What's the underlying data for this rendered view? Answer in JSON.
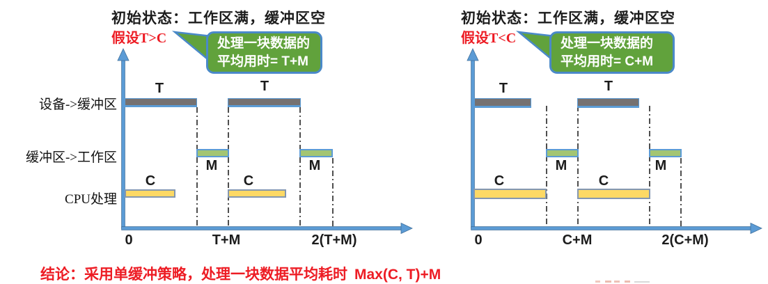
{
  "row_labels": {
    "device_to_buffer": "设备->缓冲区",
    "buffer_to_workspace": "缓冲区->工作区",
    "cpu": "CPU处理"
  },
  "left_chart": {
    "header": "初始状态：工作区满，缓冲区空",
    "assumption": "假设T>C",
    "bubble": {
      "line1": "处理一块数据的",
      "line2": "平均用时= T+M"
    },
    "bars": {
      "t1": "T",
      "t2": "T",
      "m1": "M",
      "m2": "M",
      "c1": "C",
      "c2": "C"
    },
    "ticks": {
      "origin": "0",
      "first": "T+M",
      "second": "2(T+M)"
    }
  },
  "right_chart": {
    "header": "初始状态：工作区满，缓冲区空",
    "assumption": "假设T<C",
    "bubble": {
      "line1": "处理一块数据的",
      "line2": "平均用时= C+M"
    },
    "bars": {
      "t1": "T",
      "t2": "T",
      "m1": "M",
      "m2": "M",
      "c1": "C",
      "c2": "C"
    },
    "ticks": {
      "origin": "0",
      "first": "C+M",
      "second": "2(C+M)"
    }
  },
  "conclusion": {
    "prefix": "结论：采用单缓冲策略，处理一块数据平均耗时",
    "formula": "Max(C, T)+M"
  },
  "colors": {
    "axis_blue": "#5b9bd5",
    "axis_border": "#41719c",
    "bar_gray": "#757171",
    "bar_green": "#a3c573",
    "bar_yellow": "#fdd965",
    "bubble_green": "#61a23c",
    "bubble_border": "#4a89c8",
    "red_text": "#ed1c24",
    "dash_line": "#3a3a3a"
  },
  "chart_data": [
    {
      "type": "timeline",
      "title": "单缓冲 假设T>C",
      "rows": [
        "设备->缓冲区",
        "缓冲区->工作区",
        "CPU处理"
      ],
      "x_ticks": [
        "0",
        "T+M",
        "2(T+M)"
      ],
      "segments": [
        {
          "row": "设备->缓冲区",
          "label": "T",
          "start": "0",
          "end": "T"
        },
        {
          "row": "缓冲区->工作区",
          "label": "M",
          "start": "T",
          "end": "T+M"
        },
        {
          "row": "CPU处理",
          "label": "C",
          "start": "0",
          "end": "C"
        },
        {
          "row": "设备->缓冲区",
          "label": "T",
          "start": "T+M",
          "end": "2T+M"
        },
        {
          "row": "CPU处理",
          "label": "C",
          "start": "T+M",
          "end": "T+M+C"
        },
        {
          "row": "缓冲区->工作区",
          "label": "M",
          "start": "2T+M",
          "end": "2(T+M)"
        }
      ],
      "annotation": "处理一块数据的平均用时= T+M"
    },
    {
      "type": "timeline",
      "title": "单缓冲 假设T<C",
      "rows": [
        "设备->缓冲区",
        "缓冲区->工作区",
        "CPU处理"
      ],
      "x_ticks": [
        "0",
        "C+M",
        "2(C+M)"
      ],
      "segments": [
        {
          "row": "设备->缓冲区",
          "label": "T",
          "start": "0",
          "end": "T"
        },
        {
          "row": "缓冲区->工作区",
          "label": "M",
          "start": "C",
          "end": "C+M"
        },
        {
          "row": "CPU处理",
          "label": "C",
          "start": "0",
          "end": "C"
        },
        {
          "row": "设备->缓冲区",
          "label": "T",
          "start": "C+M",
          "end": "C+M+T"
        },
        {
          "row": "CPU处理",
          "label": "C",
          "start": "C+M",
          "end": "2C+M"
        },
        {
          "row": "缓冲区->工作区",
          "label": "M",
          "start": "2C+M",
          "end": "2(C+M)"
        }
      ],
      "annotation": "处理一块数据的平均用时= C+M"
    }
  ]
}
